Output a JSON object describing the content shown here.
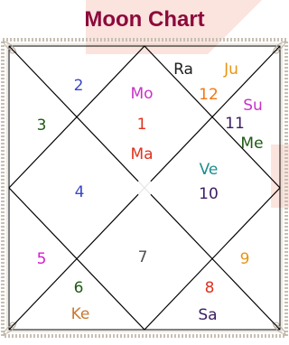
{
  "title": "Moon Chart",
  "colors": {
    "title": "#8c0a3c",
    "lines": "#000000",
    "background_tint": "#fbe3de",
    "frame_border": "#c8bfb3"
  },
  "houses": [
    {
      "num": "1",
      "color": "#e0321e"
    },
    {
      "num": "2",
      "color": "#3c46c8"
    },
    {
      "num": "3",
      "color": "#1e5a14"
    },
    {
      "num": "4",
      "color": "#3c46c8"
    },
    {
      "num": "5",
      "color": "#d21ed2"
    },
    {
      "num": "6",
      "color": "#1e5a14"
    },
    {
      "num": "7",
      "color": "#505050"
    },
    {
      "num": "8",
      "color": "#e0321e"
    },
    {
      "num": "9",
      "color": "#e89614"
    },
    {
      "num": "10",
      "color": "#3c1e64"
    },
    {
      "num": "11",
      "color": "#3c1e64"
    },
    {
      "num": "12",
      "color": "#f07814"
    }
  ],
  "planets": [
    {
      "abbr": "Mo",
      "color": "#c832c8"
    },
    {
      "abbr": "Ma",
      "color": "#e0321e"
    },
    {
      "abbr": "Ra",
      "color": "#1e1e1e"
    },
    {
      "abbr": "Ju",
      "color": "#e89614"
    },
    {
      "abbr": "Su",
      "color": "#c832c8"
    },
    {
      "abbr": "Me",
      "color": "#1e5a14"
    },
    {
      "abbr": "Ve",
      "color": "#1e8c8c"
    },
    {
      "abbr": "Sa",
      "color": "#3c1e64"
    },
    {
      "abbr": "Ke",
      "color": "#c87832"
    }
  ]
}
